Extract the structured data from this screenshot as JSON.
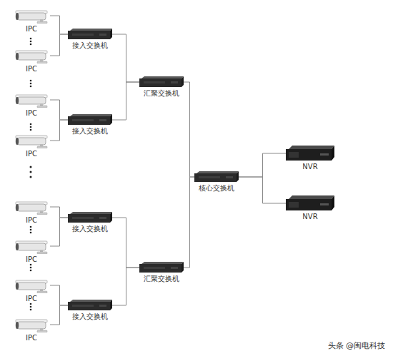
{
  "diagram": {
    "nodes": [
      {
        "text": [
          "IPC"
        ]
      },
      {
        "text": [
          "IPC"
        ]
      },
      {
        "text": [
          "IPC"
        ]
      },
      {
        "text": [
          "IPC"
        ]
      },
      {
        "text": [
          "IPC"
        ]
      },
      {
        "text": [
          "IPC"
        ]
      },
      {
        "text": [
          "IPC"
        ]
      },
      {
        "text": [
          "IPC"
        ]
      },
      {
        "text": [
          "接入交换机"
        ]
      },
      {
        "text": [
          "接入交换机"
        ]
      },
      {
        "text": [
          "接入交换机"
        ]
      },
      {
        "text": [
          "接入交换机"
        ]
      },
      {
        "text": [
          "汇聚交换机"
        ]
      },
      {
        "text": [
          "汇聚交换机"
        ]
      },
      {
        "text": [
          "核心交换机"
        ]
      },
      {
        "text": [
          "NVR"
        ]
      },
      {
        "text": [
          "NVR"
        ]
      }
    ],
    "edges": [
      {
        "from": 0,
        "to": 8,
        "arrow": "none"
      },
      {
        "from": 1,
        "to": 8,
        "arrow": "none"
      },
      {
        "from": 2,
        "to": 9,
        "arrow": "none"
      },
      {
        "from": 3,
        "to": 9,
        "arrow": "none"
      },
      {
        "from": 4,
        "to": 10,
        "arrow": "none"
      },
      {
        "from": 5,
        "to": 10,
        "arrow": "none"
      },
      {
        "from": 6,
        "to": 11,
        "arrow": "none"
      },
      {
        "from": 7,
        "to": 11,
        "arrow": "none"
      },
      {
        "from": 8,
        "to": 12,
        "arrow": "none"
      },
      {
        "from": 9,
        "to": 12,
        "arrow": "none"
      },
      {
        "from": 10,
        "to": 13,
        "arrow": "none"
      },
      {
        "from": 11,
        "to": 13,
        "arrow": "none"
      },
      {
        "from": 12,
        "to": 14,
        "arrow": "none"
      },
      {
        "from": 13,
        "to": 14,
        "arrow": "none"
      },
      {
        "from": 14,
        "to": 15,
        "arrow": "none"
      },
      {
        "from": 14,
        "to": 16,
        "arrow": "none"
      }
    ],
    "labels": [
      "头条 @闽电科技"
    ]
  }
}
